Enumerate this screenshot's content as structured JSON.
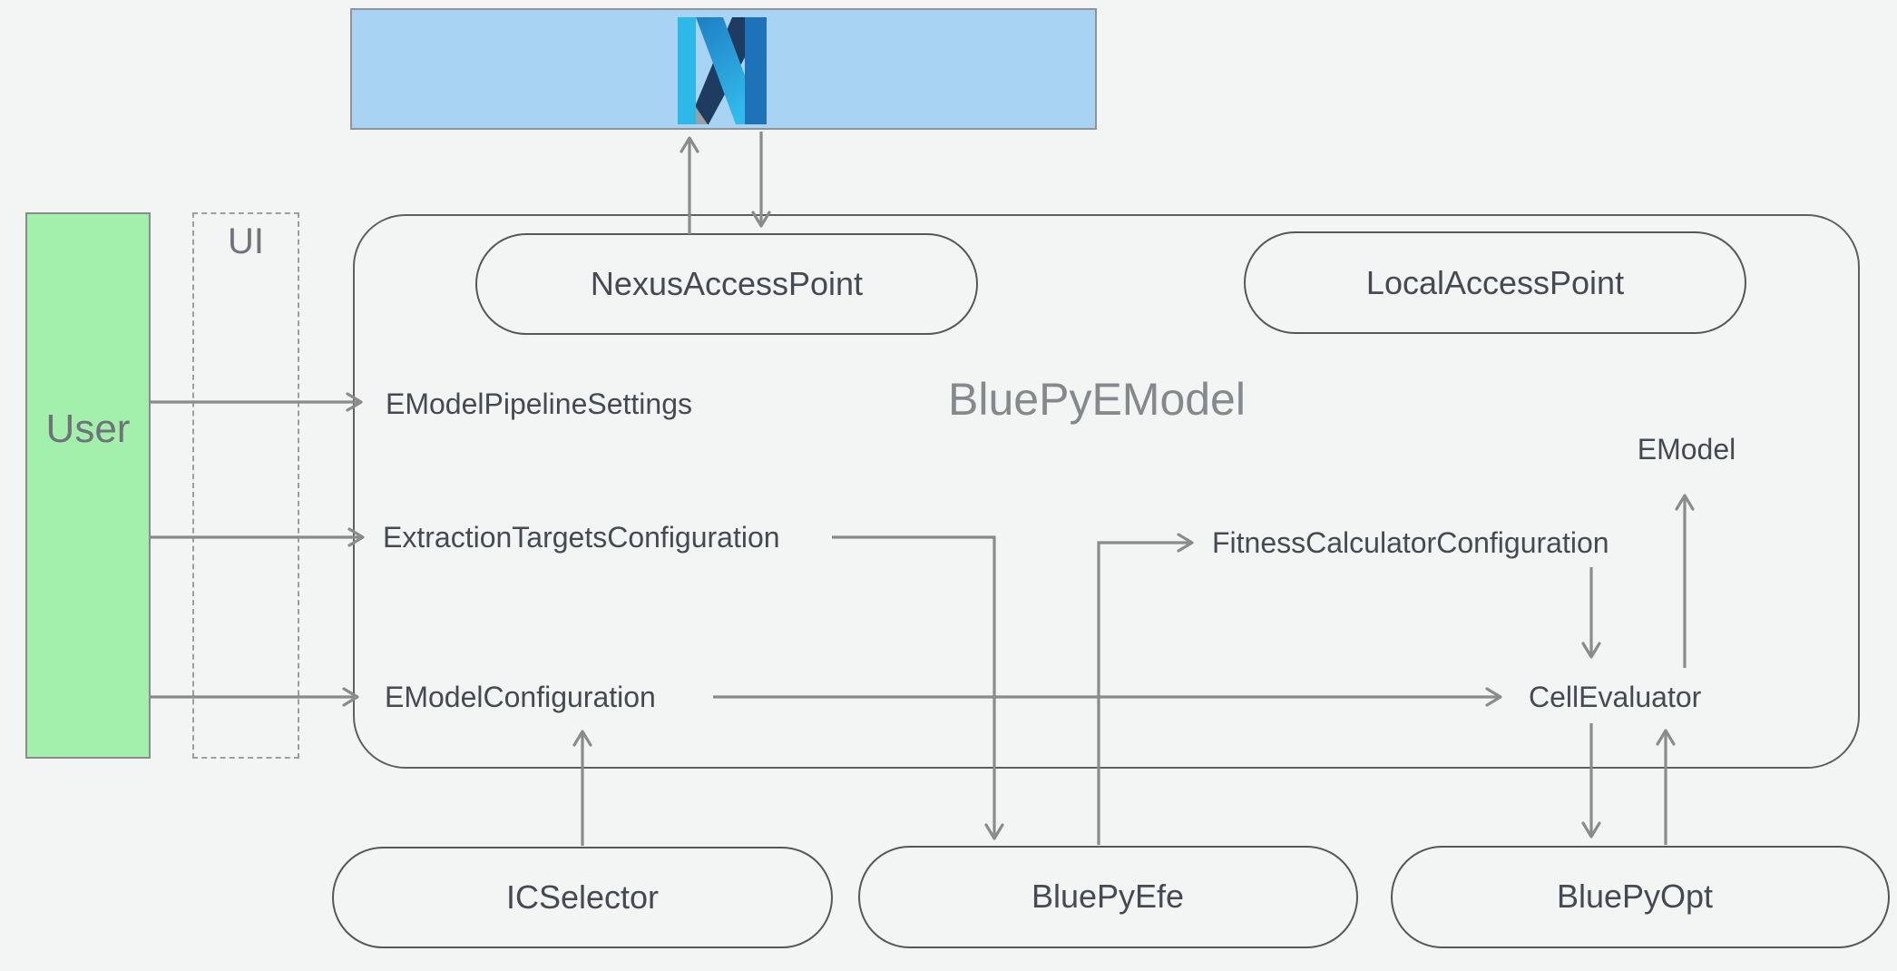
{
  "labels": {
    "title": "BluePyEModel",
    "user": "User",
    "ui": "UI",
    "nexus_access_point": "NexusAccessPoint",
    "local_access_point": "LocalAccessPoint",
    "emodel_pipeline_settings": "EModelPipelineSettings",
    "extraction_targets_configuration": "ExtractionTargetsConfiguration",
    "emodel_configuration": "EModelConfiguration",
    "fitness_calculator_configuration": "FitnessCalculatorConfiguration",
    "cell_evaluator": "CellEvaluator",
    "emodel": "EModel",
    "ic_selector": "ICSelector",
    "bluepyefe": "BluePyEfe",
    "bluepyopt": "BluePyOpt"
  },
  "icons": {
    "nexus_logo": "nexus-braided-n-logo"
  },
  "colors": {
    "background": "#f3f5f5",
    "nexus_bar_fill": "#a9d3f3",
    "user_box_fill": "#a2f0ab",
    "line_gray": "#8b8b8b",
    "border_dark": "#5f5f5f",
    "label_text": "#454a52",
    "title_text": "#85888c",
    "logo_cyan": "#2cb9e8",
    "logo_blue": "#1d72b8",
    "logo_navy": "#1d3c60"
  },
  "edges": [
    {
      "from": "NexusAccessPoint",
      "to": "NexusBar"
    },
    {
      "from": "NexusBar",
      "to": "NexusAccessPoint"
    },
    {
      "from": "User",
      "to": "EModelPipelineSettings"
    },
    {
      "from": "User",
      "to": "ExtractionTargetsConfiguration"
    },
    {
      "from": "User",
      "to": "EModelConfiguration"
    },
    {
      "from": "ExtractionTargetsConfiguration",
      "to": "BluePyEfe"
    },
    {
      "from": "BluePyEfe",
      "to": "FitnessCalculatorConfiguration"
    },
    {
      "from": "EModelConfiguration",
      "to": "CellEvaluator"
    },
    {
      "from": "ICSelector",
      "to": "EModelConfiguration"
    },
    {
      "from": "FitnessCalculatorConfiguration",
      "to": "CellEvaluator"
    },
    {
      "from": "CellEvaluator",
      "to": "BluePyOpt"
    },
    {
      "from": "BluePyOpt",
      "to": "CellEvaluator"
    },
    {
      "from": "CellEvaluator",
      "to": "EModel"
    }
  ]
}
